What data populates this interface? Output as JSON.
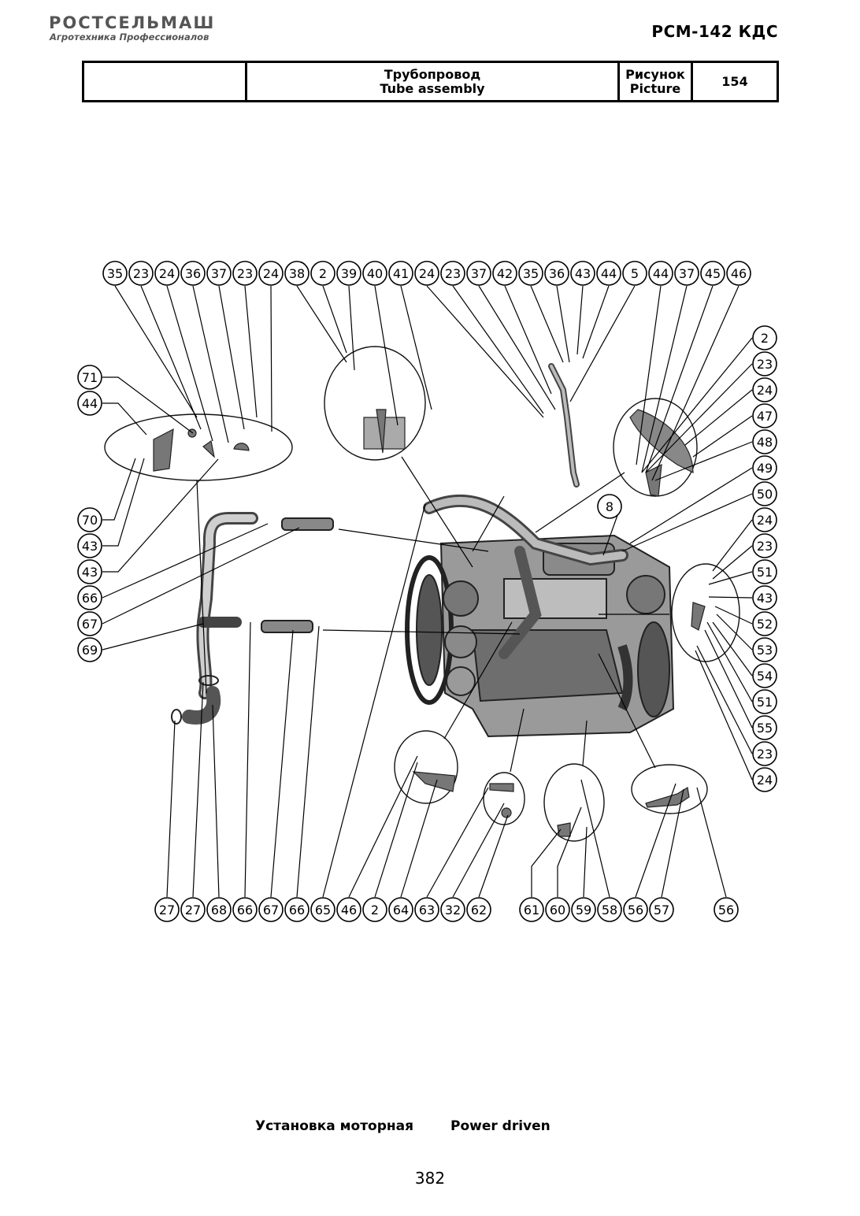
{
  "header": {
    "brand": "РОСТСЕЛЬМАШ",
    "tagline": "Агротехника Профессионалов",
    "model": "РСМ-142 КДС"
  },
  "title_table": {
    "name_ru": "Трубопровод",
    "name_en": "Tube assembly",
    "picture_ru": "Рисунок",
    "picture_en": "Picture",
    "picture_number": "154"
  },
  "callouts": {
    "top_row": [
      "35",
      "23",
      "24",
      "36",
      "37",
      "23",
      "24",
      "38",
      "2",
      "39",
      "40",
      "41",
      "24",
      "23",
      "37",
      "42",
      "35",
      "36",
      "43",
      "44",
      "5",
      "44",
      "37",
      "45",
      "46"
    ],
    "right_column": [
      "2",
      "23",
      "24",
      "47",
      "48",
      "49",
      "50",
      "24",
      "23",
      "51",
      "43",
      "52",
      "53",
      "54",
      "51",
      "55",
      "23",
      "24"
    ],
    "left_column": [
      "71",
      "44",
      "70",
      "43",
      "43",
      "66",
      "67",
      "69"
    ],
    "bottom_row": [
      "27",
      "27",
      "68",
      "66",
      "67",
      "66",
      "65",
      "46",
      "2",
      "64",
      "63",
      "32",
      "62",
      "61",
      "60",
      "59",
      "58",
      "56",
      "57",
      "56"
    ],
    "inner": [
      "8"
    ]
  },
  "footer": {
    "assembly_ru": "Установка моторная",
    "assembly_en": "Power driven",
    "page_number": "382"
  }
}
